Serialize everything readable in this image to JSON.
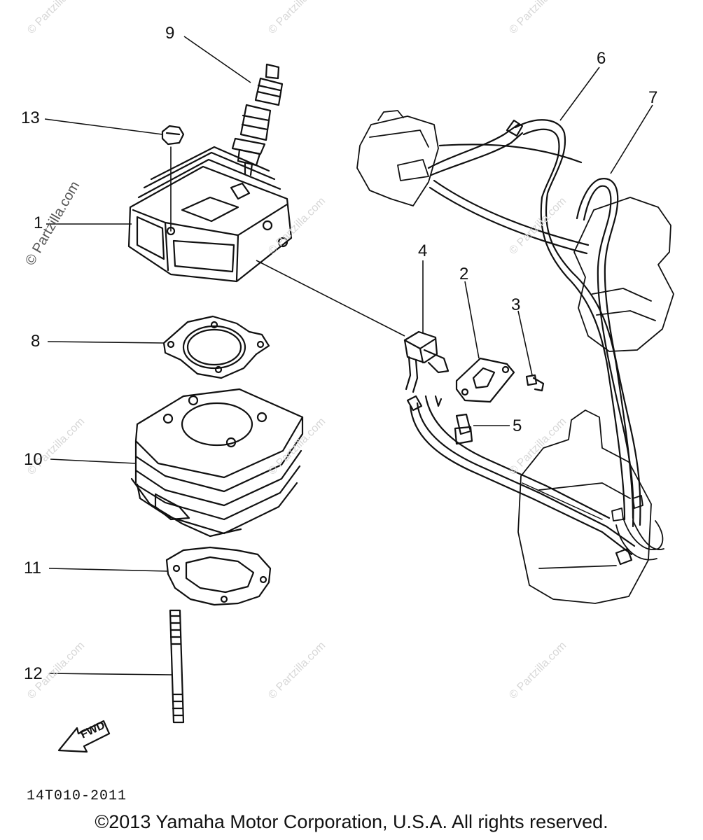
{
  "watermark": {
    "text": "© Partzilla.com"
  },
  "callouts": {
    "c1": "1",
    "c2": "2",
    "c3": "3",
    "c4": "4",
    "c5": "5",
    "c6": "6",
    "c7": "7",
    "c8": "8",
    "c9": "9",
    "c10": "10",
    "c11": "11",
    "c12": "12",
    "c13": "13"
  },
  "fwd_label": "FWD",
  "diagram_code": "14T010-2011",
  "copyright": "©2013 Yamaha Motor Corporation, U.S.A. All rights reserved."
}
